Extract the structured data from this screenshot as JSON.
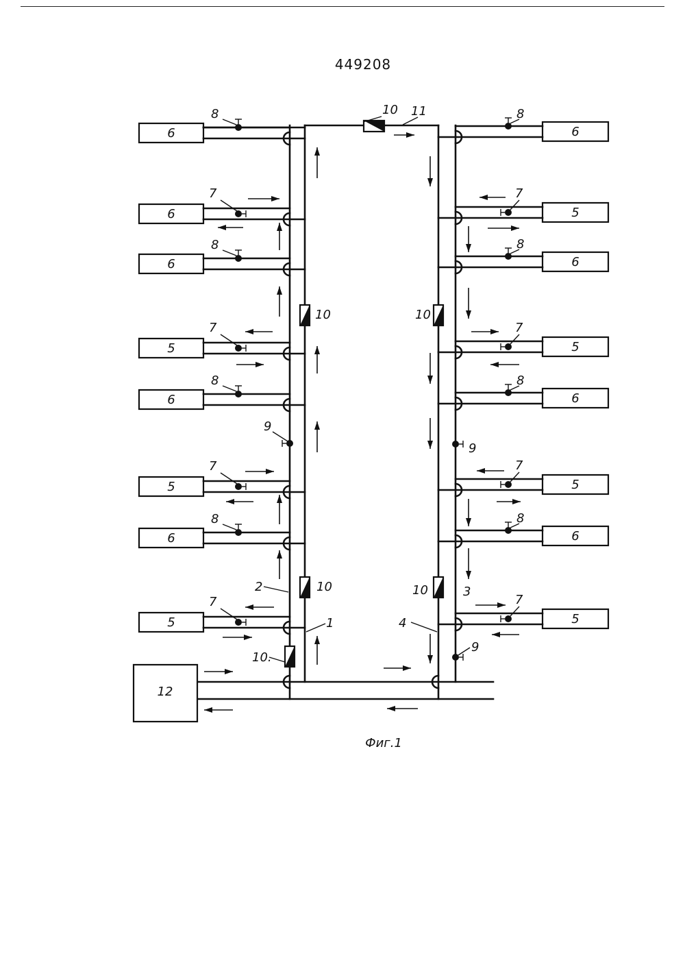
{
  "document": {
    "patent_number": "449208",
    "figure_caption": "Фиг.1"
  },
  "diagram": {
    "left_units": [
      {
        "id": "L1",
        "label": "6"
      },
      {
        "id": "L2",
        "label": "6"
      },
      {
        "id": "L3",
        "label": "6"
      },
      {
        "id": "L4",
        "label": "5"
      },
      {
        "id": "L5",
        "label": "6"
      },
      {
        "id": "L6",
        "label": "5"
      },
      {
        "id": "L7",
        "label": "6"
      },
      {
        "id": "L8",
        "label": "5"
      }
    ],
    "right_units": [
      {
        "id": "R1",
        "label": "6"
      },
      {
        "id": "R2",
        "label": "5"
      },
      {
        "id": "R3",
        "label": "6"
      },
      {
        "id": "R4",
        "label": "5"
      },
      {
        "id": "R5",
        "label": "6"
      },
      {
        "id": "R6",
        "label": "5"
      },
      {
        "id": "R7",
        "label": "6"
      },
      {
        "id": "R8",
        "label": "5"
      }
    ],
    "main_unit": {
      "label": "12"
    },
    "callouts": {
      "valve_supply": "7",
      "valve_return": "8",
      "valve_riser": "9",
      "check_valve": "10",
      "check_valve_low": "10.",
      "pipe_1": "1",
      "pipe_2": "2",
      "pipe_3": "3",
      "pipe_4": "4",
      "pipe_11": "11"
    }
  }
}
